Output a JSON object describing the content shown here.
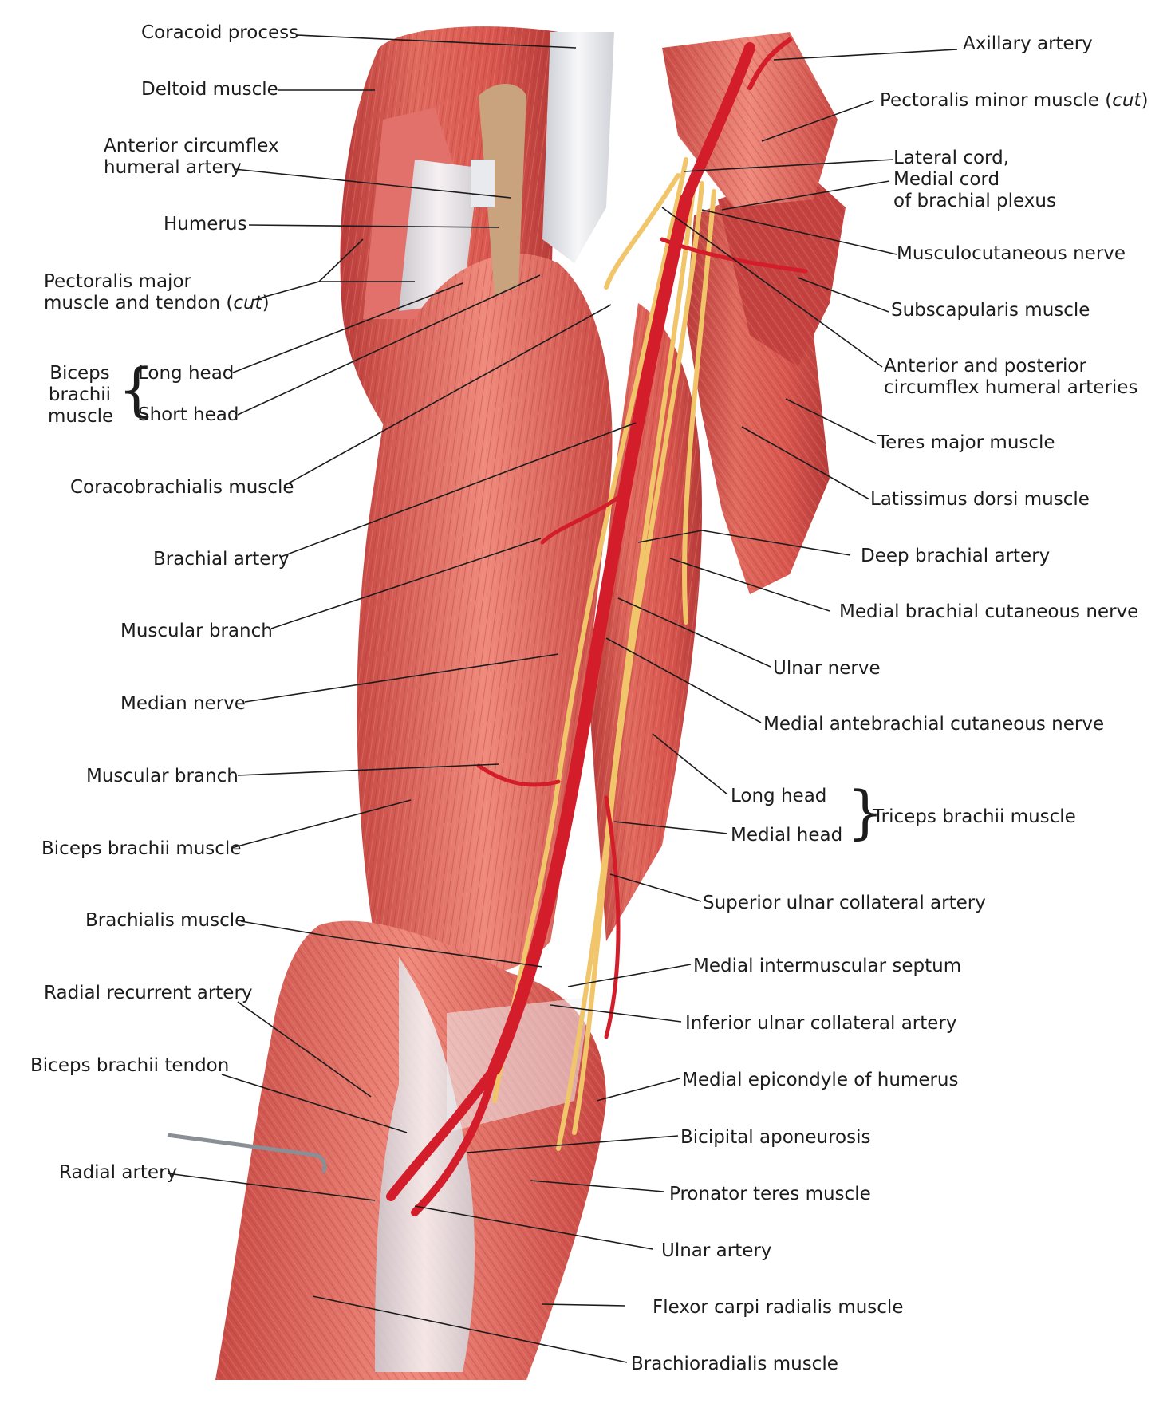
{
  "colors": {
    "muscle": "#d9564f",
    "muscle_dark": "#b23a37",
    "muscle_light": "#ee8a7c",
    "tendon": "#eef0f2",
    "artery": "#d41d2a",
    "nerve": "#f1c56a",
    "leader": "#1c1c1c"
  },
  "labels_left": {
    "coracoid_process": "Coracoid process",
    "deltoid_muscle": "Deltoid muscle",
    "anterior_circumflex_1": "Anterior circumflex",
    "anterior_circumflex_2": "humeral artery",
    "humerus": "Humerus",
    "pectoralis_major_1": "Pectoralis major",
    "pectoralis_major_2": "muscle and tendon (",
    "pectoralis_major_cut": "cut",
    "pectoralis_major_close": ")",
    "biceps_group_1": "Biceps",
    "biceps_group_2": "brachii",
    "biceps_group_3": "muscle",
    "long_head": "Long head",
    "short_head": "Short head",
    "coracobrachialis": "Coracobrachialis muscle",
    "brachial_artery": "Brachial artery",
    "muscular_branch_upper": "Muscular branch",
    "median_nerve": "Median nerve",
    "muscular_branch_lower": "Muscular branch",
    "biceps_brachii_muscle": "Biceps brachii muscle",
    "brachialis_muscle": "Brachialis muscle",
    "radial_recurrent": "Radial recurrent artery",
    "biceps_tendon": "Biceps brachii tendon",
    "radial_artery": "Radial artery"
  },
  "labels_right": {
    "axillary_artery": "Axillary artery",
    "pectoralis_minor": "Pectoralis minor muscle (",
    "pectoralis_minor_cut": "cut",
    "pectoralis_minor_close": ")",
    "lateral_cord": "Lateral cord,",
    "medial_cord": "Medial cord",
    "of_brachial_plexus": "of brachial plexus",
    "musculocutaneous": "Musculocutaneous nerve",
    "subscapularis": "Subscapularis muscle",
    "ant_post_circ_1": "Anterior and posterior",
    "ant_post_circ_2": "circumflex humeral arteries",
    "teres_major": "Teres major muscle",
    "latissimus_dorsi": "Latissimus dorsi muscle",
    "deep_brachial": "Deep brachial artery",
    "medial_brachial_cutaneous": "Medial brachial cutaneous nerve",
    "ulnar_nerve": "Ulnar nerve",
    "medial_antebrachial_cutaneous": "Medial antebrachial cutaneous nerve",
    "triceps_long_head": "Long head",
    "triceps_medial_head": "Medial head",
    "triceps_group": "Triceps brachii muscle",
    "superior_ulnar_collateral": "Superior ulnar collateral artery",
    "medial_intermuscular_septum": "Medial intermuscular septum",
    "inferior_ulnar_collateral": "Inferior ulnar collateral artery",
    "medial_epicondyle": "Medial epicondyle of humerus",
    "bicipital_aponeurosis": "Bicipital aponeurosis",
    "pronator_teres": "Pronator teres muscle",
    "ulnar_artery": "Ulnar artery",
    "flexor_carpi_radialis": "Flexor carpi radialis muscle",
    "brachioradialis": "Brachioradialis muscle"
  }
}
